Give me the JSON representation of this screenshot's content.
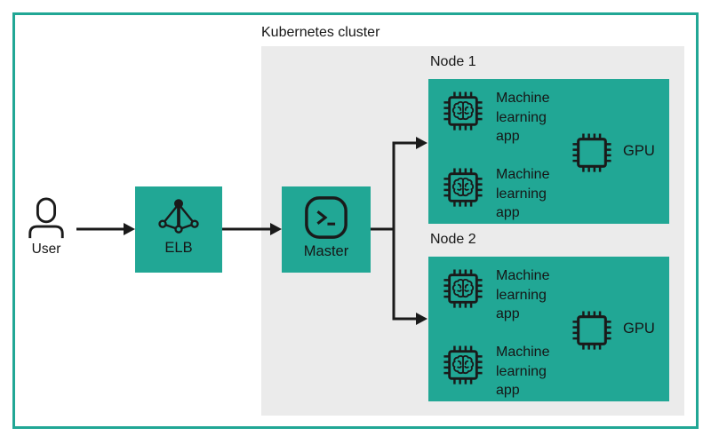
{
  "diagram": {
    "cluster_label": "Kubernetes cluster",
    "user": {
      "label": "User",
      "icon": "person-outline-icon"
    },
    "elb": {
      "label": "ELB",
      "icon": "load-balancer-network-icon"
    },
    "master": {
      "label": "Master",
      "icon": "terminal-prompt-icon"
    },
    "nodes": [
      {
        "label": "Node 1",
        "apps": [
          {
            "label": "Machine learning app",
            "icon": "ai-brain-chip-icon"
          },
          {
            "label": "Machine learning app",
            "icon": "ai-brain-chip-icon"
          }
        ],
        "gpu": {
          "label": "GPU",
          "icon": "gpu-chip-icon"
        }
      },
      {
        "label": "Node 2",
        "apps": [
          {
            "label": "Machine learning app",
            "icon": "ai-brain-chip-icon"
          },
          {
            "label": "Machine learning app",
            "icon": "ai-brain-chip-icon"
          }
        ],
        "gpu": {
          "label": "GPU",
          "icon": "gpu-chip-icon"
        }
      }
    ],
    "colors": {
      "accent_teal": "#21a795",
      "cluster_gray": "#ebebeb",
      "ink": "#161616",
      "line": "#1a1a1a"
    }
  }
}
